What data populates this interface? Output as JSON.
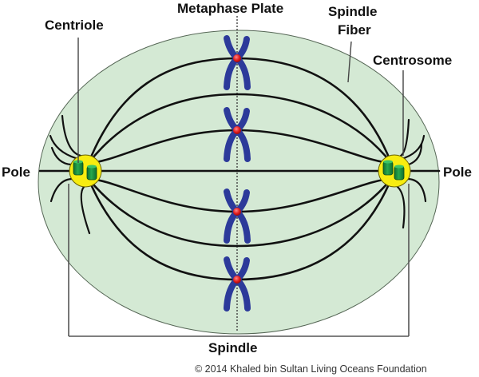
{
  "diagram": {
    "title": "Mitotic spindle at metaphase",
    "labels": {
      "centriole": "Centriole",
      "metaphase_plate": "Metaphase Plate",
      "spindle_fiber_line1": "Spindle",
      "spindle_fiber_line2": "Fiber",
      "centrosome": "Centrosome",
      "pole_left": "Pole",
      "pole_right": "Pole",
      "spindle": "Spindle"
    },
    "copyright": "© 2014 Khaled bin Sultan Living Oceans Foundation",
    "chromosome_count": 4,
    "colors": {
      "cell": "#d4e9d4",
      "cell_outline": "#556655",
      "fiber": "#111111",
      "centrosome": "#f7ec10",
      "centriole": "#1a8a3e",
      "chromosome": "#2c3a9a",
      "centromere": "#e21e1e",
      "leader_line": "#444444"
    }
  }
}
